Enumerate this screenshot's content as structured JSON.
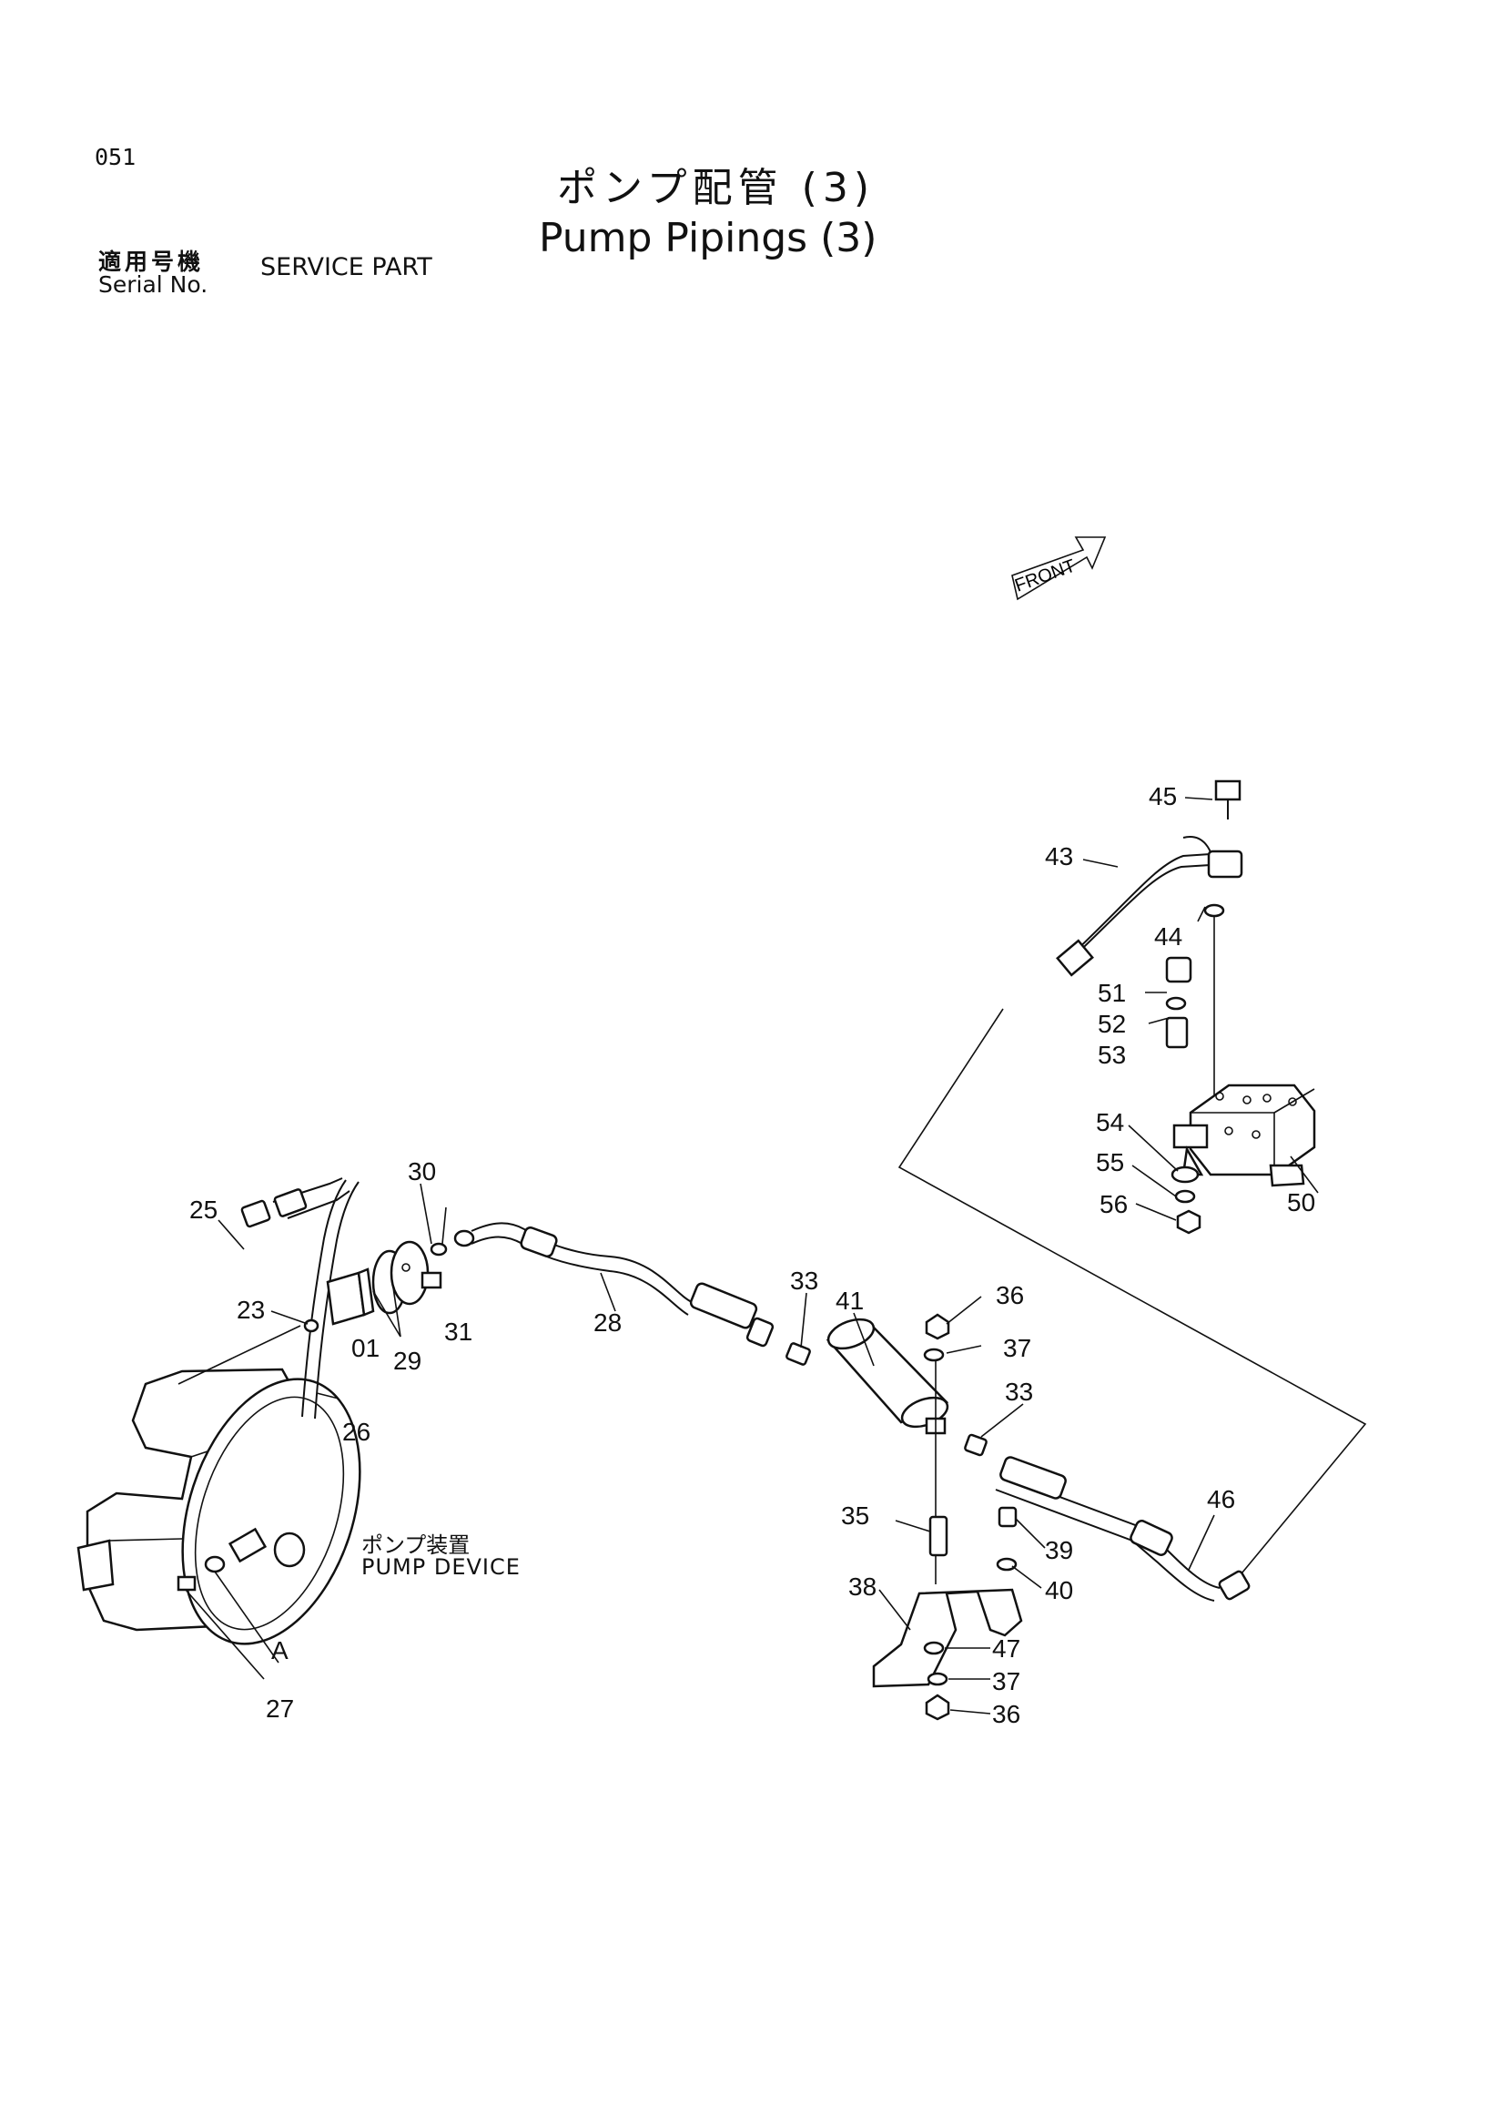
{
  "header": {
    "page_number": "051",
    "title_jp": "ポンプ配管 (3)",
    "title_en": "Pump Pipings (3)",
    "serial_label_jp": "適用号機",
    "serial_label_en": "Serial No.",
    "serial_value": "SERVICE PART"
  },
  "diagram": {
    "front_label": "FRONT",
    "pump_device_jp": "ポンプ装置",
    "pump_device_en": "PUMP DEVICE",
    "view_marker": "A",
    "callouts": [
      "45",
      "43",
      "44",
      "51",
      "52",
      "53",
      "54",
      "55",
      "56",
      "50",
      "30",
      "25",
      "23",
      "29",
      "31",
      "01",
      "28",
      "26",
      "33",
      "41",
      "36",
      "37",
      "33",
      "35",
      "39",
      "40",
      "46",
      "38",
      "47",
      "37",
      "36",
      "27"
    ]
  }
}
